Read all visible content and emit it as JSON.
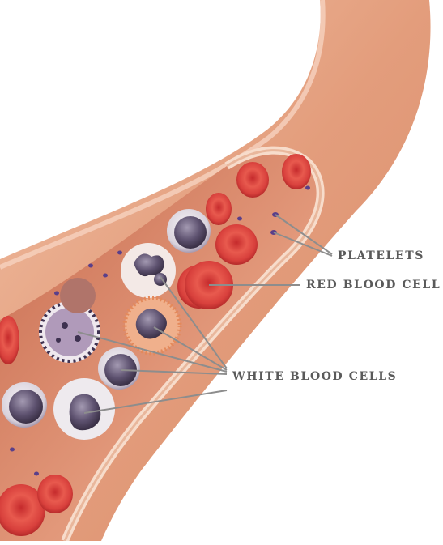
{
  "labels": {
    "platelets": "PLATELETS",
    "red_blood_cell": "RED BLOOD CELL",
    "white_blood_cells": "WHITE BLOOD CELLS"
  },
  "colors": {
    "vessel_wall": "#e7a584",
    "vessel_lumen": "#dd8c6a",
    "red_cell": "#d23a3c",
    "white_cell_nucleus": "#6b5f7a",
    "platelet": "#5a3f8a",
    "leader_line": "#8d8d8d",
    "label_text": "#5a5a5a"
  }
}
